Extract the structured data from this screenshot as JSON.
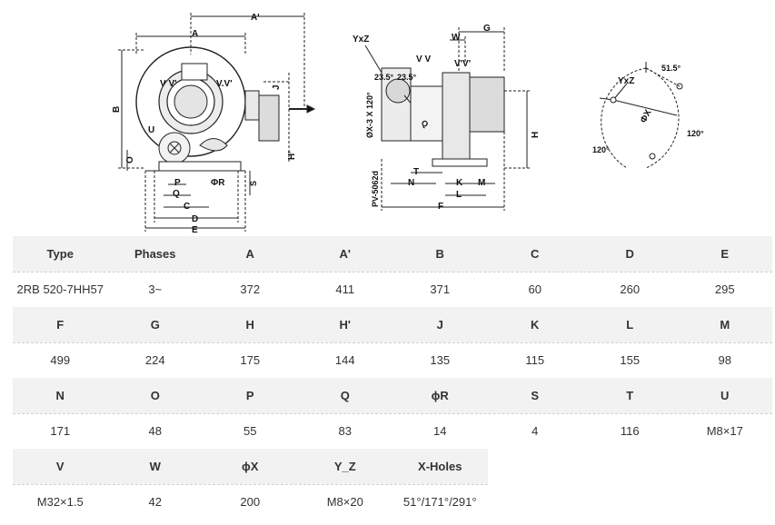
{
  "drawing": {
    "front_view": {
      "dims": [
        "A'",
        "A",
        "B",
        "V V'",
        "V.V'",
        "J",
        "H'",
        "U",
        "O",
        "P",
        "Q",
        "C",
        "D",
        "E",
        "ΦR",
        "S"
      ]
    },
    "side_view": {
      "dims": [
        "YxZ",
        "V V",
        "V'V'",
        "W",
        "G",
        "23.5°",
        "23.5°",
        "ØX-3 X 120°",
        "Q",
        "PV-5062d",
        "T",
        "N",
        "K",
        "M",
        "L",
        "F",
        "H"
      ]
    },
    "flange_view": {
      "dims": [
        "YxZ",
        "51.5°",
        "ΦX",
        "120°",
        "120°"
      ]
    }
  },
  "spec_table": {
    "rows": [
      {
        "type": "header",
        "cells": [
          "Type",
          "Phases",
          "A",
          "A'",
          "B",
          "C",
          "D",
          "E"
        ]
      },
      {
        "type": "value",
        "cells": [
          "2RB 520-7HH57",
          "3~",
          "372",
          "411",
          "371",
          "60",
          "260",
          "295"
        ]
      },
      {
        "type": "header",
        "cells": [
          "F",
          "G",
          "H",
          "H'",
          "J",
          "K",
          "L",
          "M"
        ]
      },
      {
        "type": "value",
        "cells": [
          "499",
          "224",
          "175",
          "144",
          "135",
          "115",
          "155",
          "98"
        ]
      },
      {
        "type": "header",
        "cells": [
          "N",
          "O",
          "P",
          "Q",
          "ϕR",
          "S",
          "T",
          "U"
        ]
      },
      {
        "type": "value",
        "cells": [
          "171",
          "48",
          "55",
          "83",
          "14",
          "4",
          "116",
          "M8×17"
        ]
      },
      {
        "type": "header",
        "cells": [
          "V",
          "W",
          "ϕX",
          "Y_Z",
          "X-Holes"
        ]
      },
      {
        "type": "value",
        "cells": [
          "M32×1.5",
          "42",
          "200",
          "M8×20",
          "51°/171°/291°"
        ]
      }
    ]
  }
}
